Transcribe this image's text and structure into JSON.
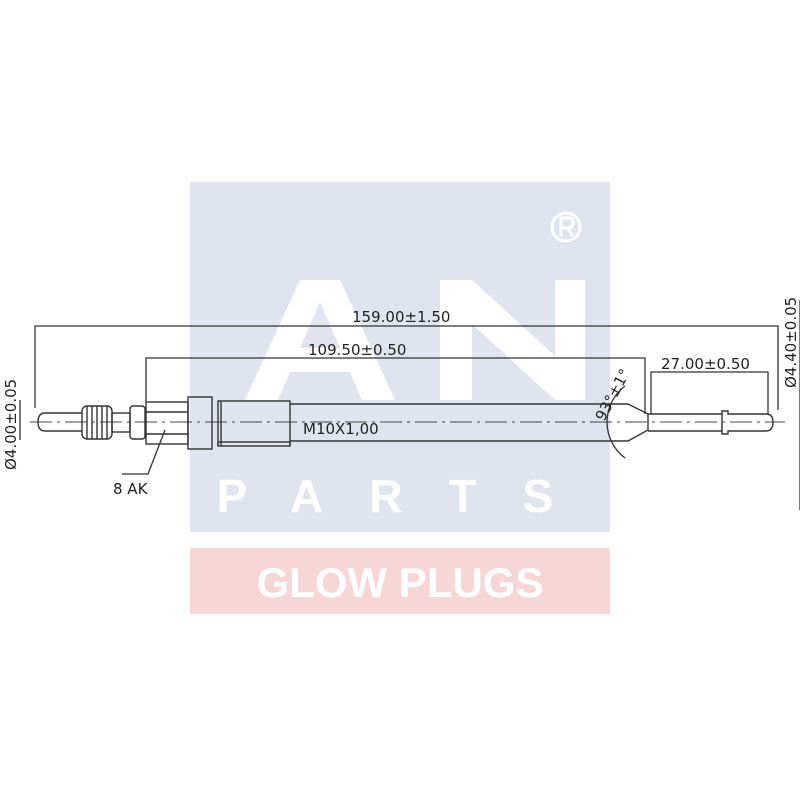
{
  "watermark": {
    "brand_letters": "A N",
    "registered_mark": "®",
    "parts": "PARTS",
    "product_line": "GLOW PLUGS",
    "colors": {
      "panel": "#dfe4ee",
      "band": "#f6d6d6",
      "text": "#ffffff"
    }
  },
  "dimensions": {
    "overall_length": "159.00±1.50",
    "body_length": "109.50±0.50",
    "tip_length": "27.00±0.50",
    "tip_diameter": "Ø4.40±0.05",
    "pin_diameter": "Ø4.00±0.05",
    "thread": "M10X1,00",
    "hex": "8 AK",
    "cone_angle": "93°±1°"
  }
}
